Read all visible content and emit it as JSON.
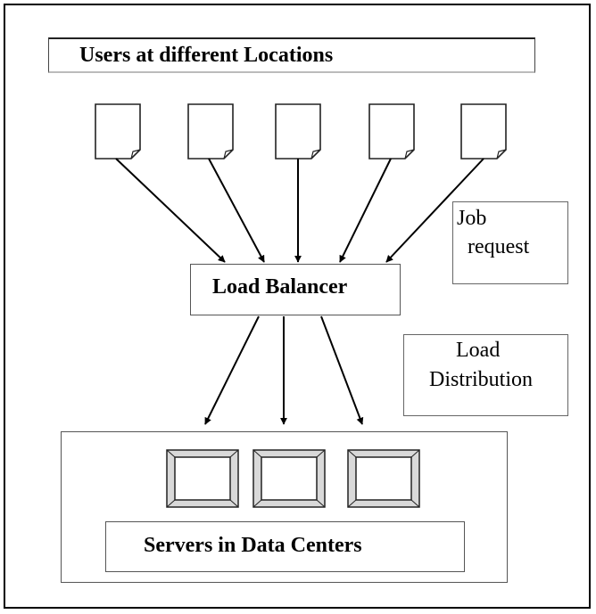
{
  "diagram": {
    "users_title": "Users at different Locations",
    "load_balancer": "Load Balancer",
    "job_request": [
      "Job",
      "request"
    ],
    "load_distribution": [
      "Load",
      "Distribution"
    ],
    "servers": "Servers in Data Centers",
    "user_count": 5,
    "server_count": 3
  }
}
